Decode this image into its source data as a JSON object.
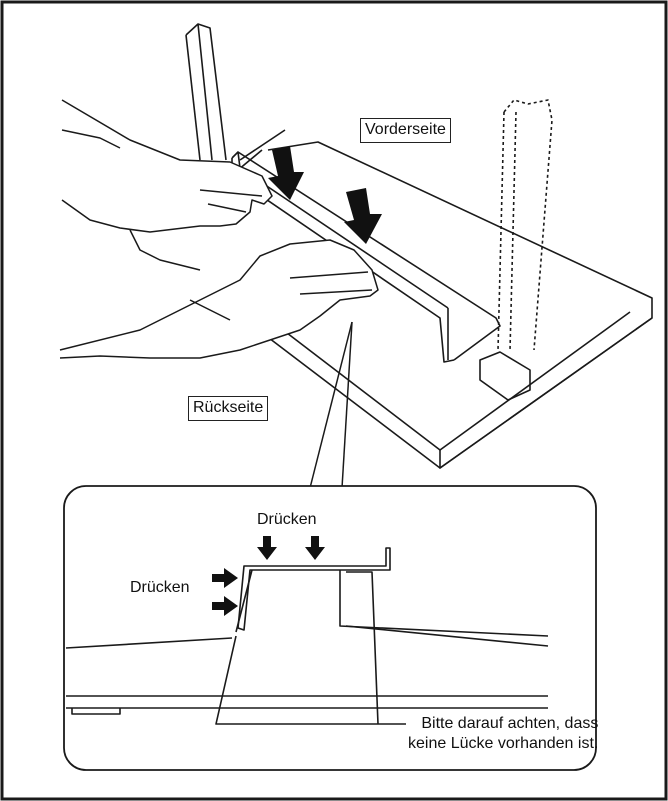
{
  "labels": {
    "front": "Vorderseite",
    "back": "Rückseite",
    "press_top": "Drücken",
    "press_left": "Drücken",
    "note_line1": "Bitte darauf achten, dass",
    "note_line2": "keine Lücke vorhanden ist."
  },
  "icons": [
    "press-arrow-icon",
    "hand-icon"
  ],
  "colors": {
    "line": "#1a1a1a",
    "arrow": "#111111",
    "background": "#ffffff"
  }
}
